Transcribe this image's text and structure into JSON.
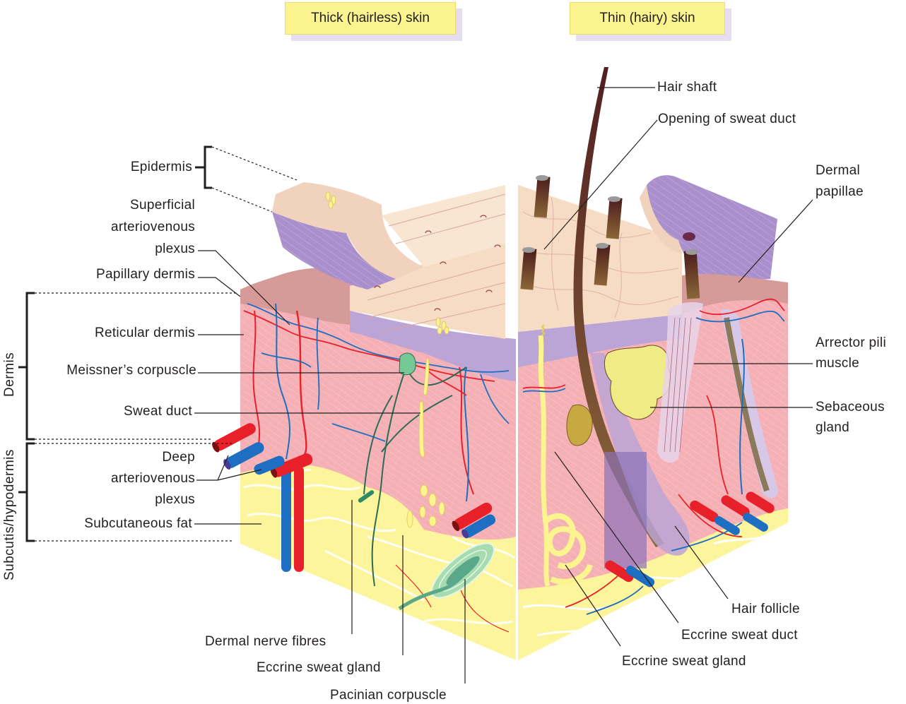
{
  "titles": {
    "thick": "Thick (hairless) skin",
    "thin": "Thin (hairy) skin"
  },
  "left_labels": {
    "epidermis": "Epidermis",
    "superficial_plexus_1": "Superficial",
    "superficial_plexus_2": "arteriovenous",
    "superficial_plexus_3": "plexus",
    "papillary_dermis": "Papillary dermis",
    "reticular_dermis": "Reticular dermis",
    "meissners_corpuscle": "Meissner’s corpuscle",
    "sweat_duct": "Sweat duct",
    "deep_plexus_1": "Deep",
    "deep_plexus_2": "arteriovenous",
    "deep_plexus_3": "plexus",
    "subcutaneous_fat": "Subcutaneous fat"
  },
  "layer_brackets": {
    "dermis": "Dermis",
    "subcutis": "Subcutis/hypodermis"
  },
  "bottom_labels": {
    "dermal_nerve_fibres": "Dermal nerve fibres",
    "eccrine_sweat_gland_left": "Eccrine sweat gland",
    "pacinian_corpuscle": "Pacinian corpuscle"
  },
  "right_labels": {
    "hair_shaft": "Hair shaft",
    "opening_sweat_duct": "Opening of sweat duct",
    "dermal_papillae_1": "Dermal",
    "dermal_papillae_2": "papillae",
    "arrector_pili_1": "Arrector pili",
    "arrector_pili_2": "muscle",
    "sebaceous_1": "Sebaceous",
    "sebaceous_2": "gland",
    "hair_follicle": "Hair follicle",
    "eccrine_sweat_duct": "Eccrine sweat duct",
    "eccrine_sweat_gland_right": "Eccrine sweat gland"
  },
  "colors": {
    "epidermis_surface": "#f6dcc4",
    "epidermis_purple": "#bba4d6",
    "dermis_pink": "#f4b0b4",
    "fat_yellow": "#fdf59c",
    "artery_red": "#e8202a",
    "vein_blue": "#1e6ec2",
    "nerve_green": "#2e6b55",
    "hair_brown": "#521e20",
    "title_yellow": "#fbf48f"
  }
}
